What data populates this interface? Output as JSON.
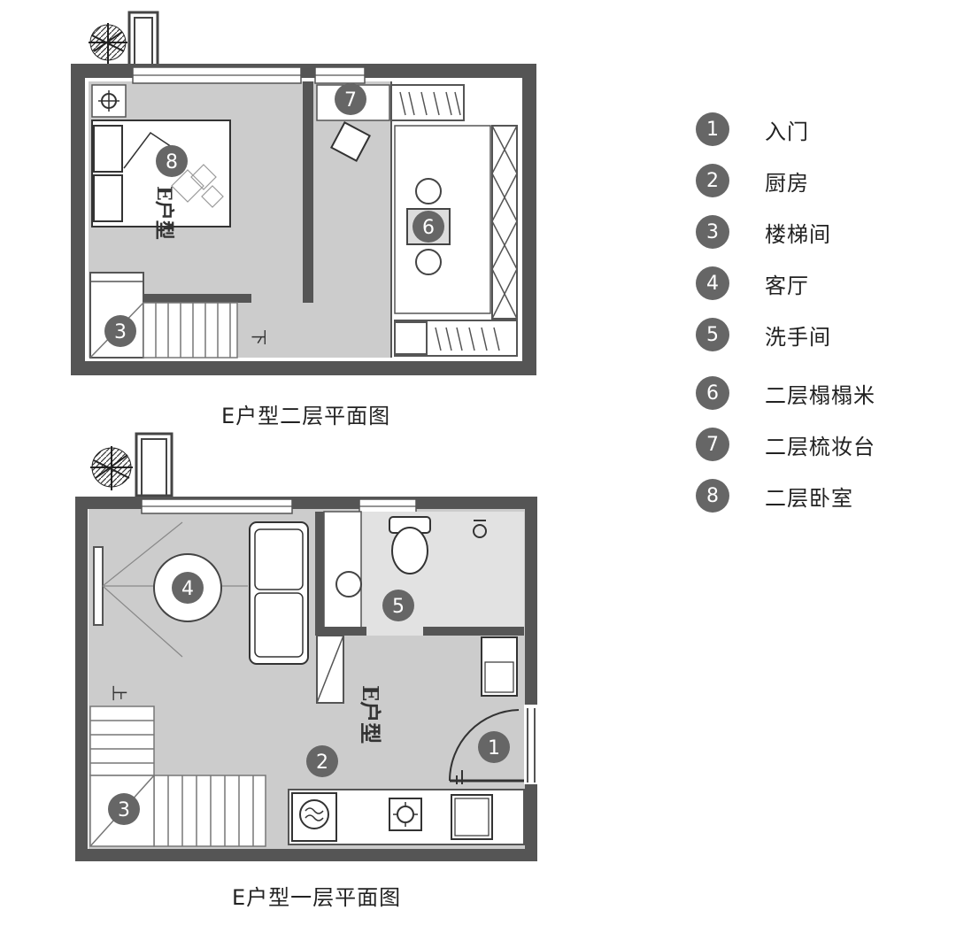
{
  "legend": [
    {
      "num": "1",
      "label": "入门"
    },
    {
      "num": "2",
      "label": "厨房"
    },
    {
      "num": "3",
      "label": "楼梯间"
    },
    {
      "num": "4",
      "label": "客厅"
    },
    {
      "num": "5",
      "label": "洗手间"
    },
    {
      "num": "6",
      "label": "二层榻榻米"
    },
    {
      "num": "7",
      "label": "二层梳妆台"
    },
    {
      "num": "8",
      "label": "二层卧室"
    }
  ],
  "upper_floor": {
    "caption": "E户型二层平面图",
    "room_type_label": "E户型",
    "stair_label": "下",
    "markers": [
      "8",
      "7",
      "6",
      "3"
    ]
  },
  "lower_floor": {
    "caption": "E户型一层平面图",
    "room_type_label": "E户型",
    "stair_label": "上",
    "markers": [
      "4",
      "5",
      "2",
      "1",
      "3"
    ]
  },
  "colors": {
    "wall": "#555555",
    "floor": "#cccccc",
    "marker": "#666666",
    "line": "#333333"
  }
}
